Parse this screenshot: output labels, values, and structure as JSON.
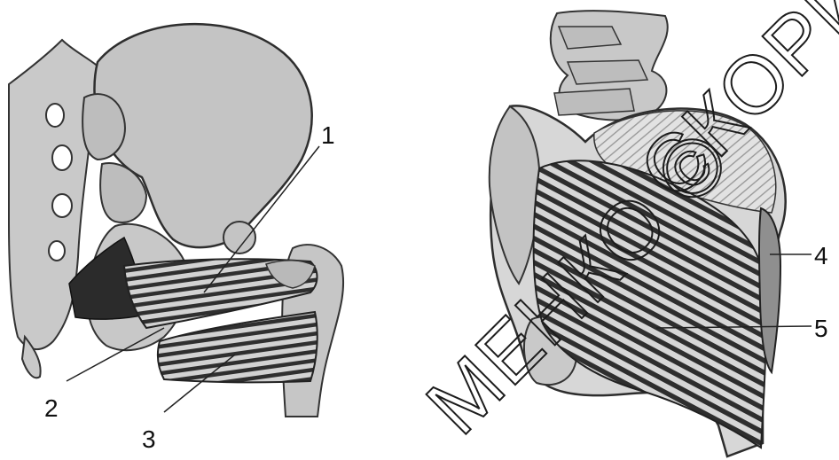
{
  "labels": {
    "l1": "1",
    "l2": "2",
    "l3": "3",
    "l4": "4",
    "l5": "5"
  },
  "watermark": {
    "part_a": "СКОРИ",
    "part_b": "МЕНКО ©"
  },
  "colors": {
    "bone": "#c7c7c7",
    "bone_outline": "#3a3a3a",
    "muscle_dark": "#2b2b2b",
    "muscle_light": "#cfcfcf",
    "background": "#ffffff"
  }
}
